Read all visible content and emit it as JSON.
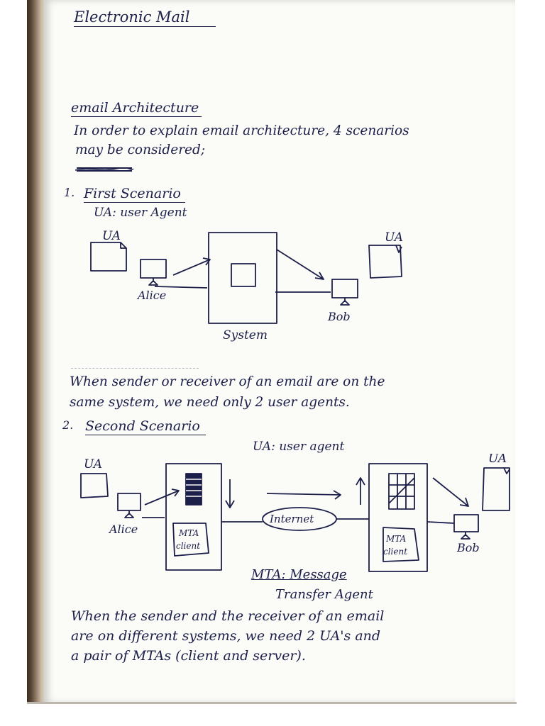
{
  "title": "Electronic Mail",
  "section": "email Architecture",
  "intro": [
    "In order to explain email architecture, 4 scenarios",
    "may be considered;"
  ],
  "scenario1": {
    "number": "1.",
    "heading": "First Scenario",
    "definition": "UA: user Agent",
    "labels": {
      "ua_left": "UA",
      "ua_right": "UA",
      "alice": "Alice",
      "bob": "Bob",
      "system": "System"
    },
    "caption": [
      "When sender or receiver of an email are on the",
      "same system, we need only 2 user agents."
    ]
  },
  "scenario2": {
    "number": "2.",
    "heading": "Second Scenario",
    "definition": "UA: user agent",
    "labels": {
      "ua_left": "UA",
      "ua_right": "UA",
      "alice": "Alice",
      "bob": "Bob",
      "internet": "Internet",
      "mta_client_left": [
        "MTA",
        "client"
      ],
      "mta_client_right": [
        "MTA",
        "client"
      ]
    },
    "mta_definition": [
      "MTA: Message",
      "Transfer Agent"
    ],
    "caption": [
      "When the sender and the receiver of an email",
      "are on different systems, we need 2 UA's and",
      "a pair of MTAs (client and server)."
    ]
  },
  "colors": {
    "ink": "#1c1f4a",
    "paper": "#fbfbf8"
  }
}
